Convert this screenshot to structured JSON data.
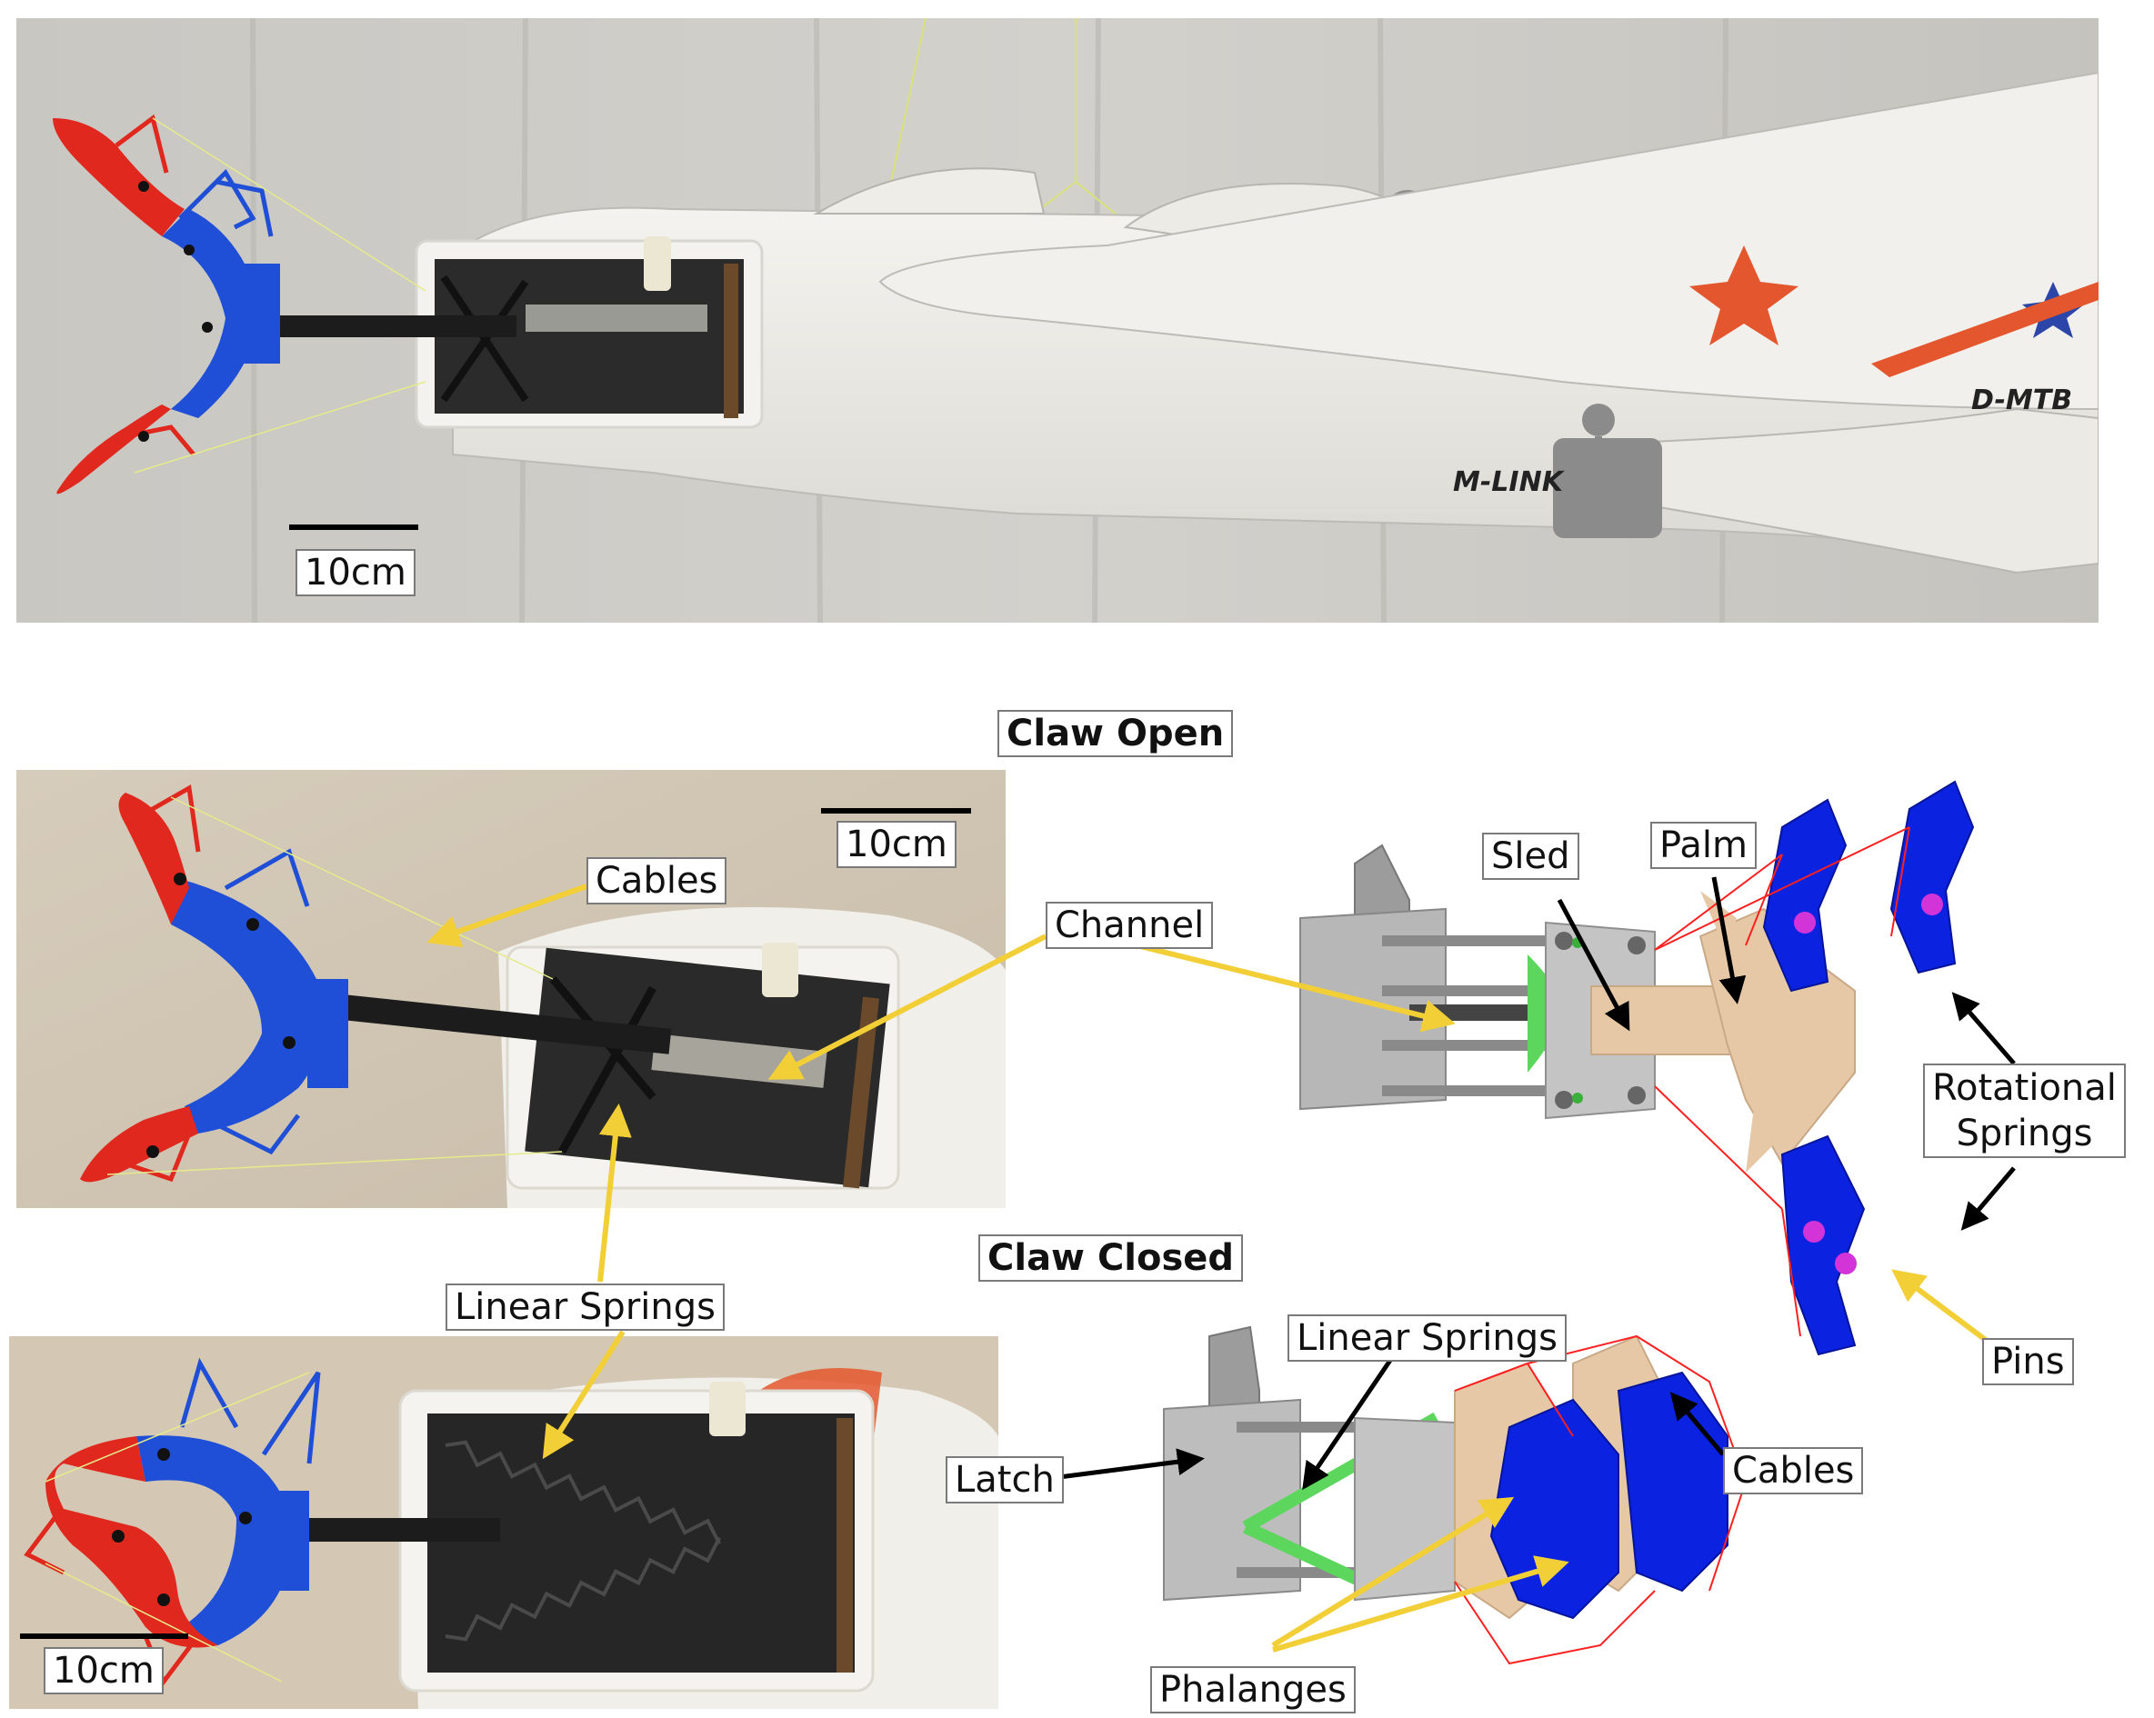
{
  "headings": {
    "claw_open": "Claw Open",
    "claw_closed": "Claw Closed"
  },
  "scale_bars": {
    "top_photo": "10cm",
    "open_photo": "10cm",
    "closed_photo": "10cm"
  },
  "photo_text": {
    "fuselage_mark": "M-LINK",
    "tail_mark": "D-MTB"
  },
  "labels": {
    "cables_photo": "Cables",
    "channel": "Channel",
    "linear_springs_photo": "Linear Springs",
    "sled": "Sled",
    "palm": "Palm",
    "rotational_springs_line1": "Rotational",
    "rotational_springs_line2": "Springs",
    "pins": "Pins",
    "linear_springs_cad": "Linear Springs",
    "latch": "Latch",
    "cables_cad": "Cables",
    "phalanges": "Phalanges"
  },
  "colors": {
    "claw_red": "#e0281e",
    "claw_blue": "#1f4fd6",
    "cad_blue": "#0b22e0",
    "arrow_yellow": "#f2cf36",
    "arrow_black": "#000000",
    "cable_red": "#ff2020",
    "spring_green": "#5cd65c",
    "palm_tan": "#e6c8a6"
  }
}
